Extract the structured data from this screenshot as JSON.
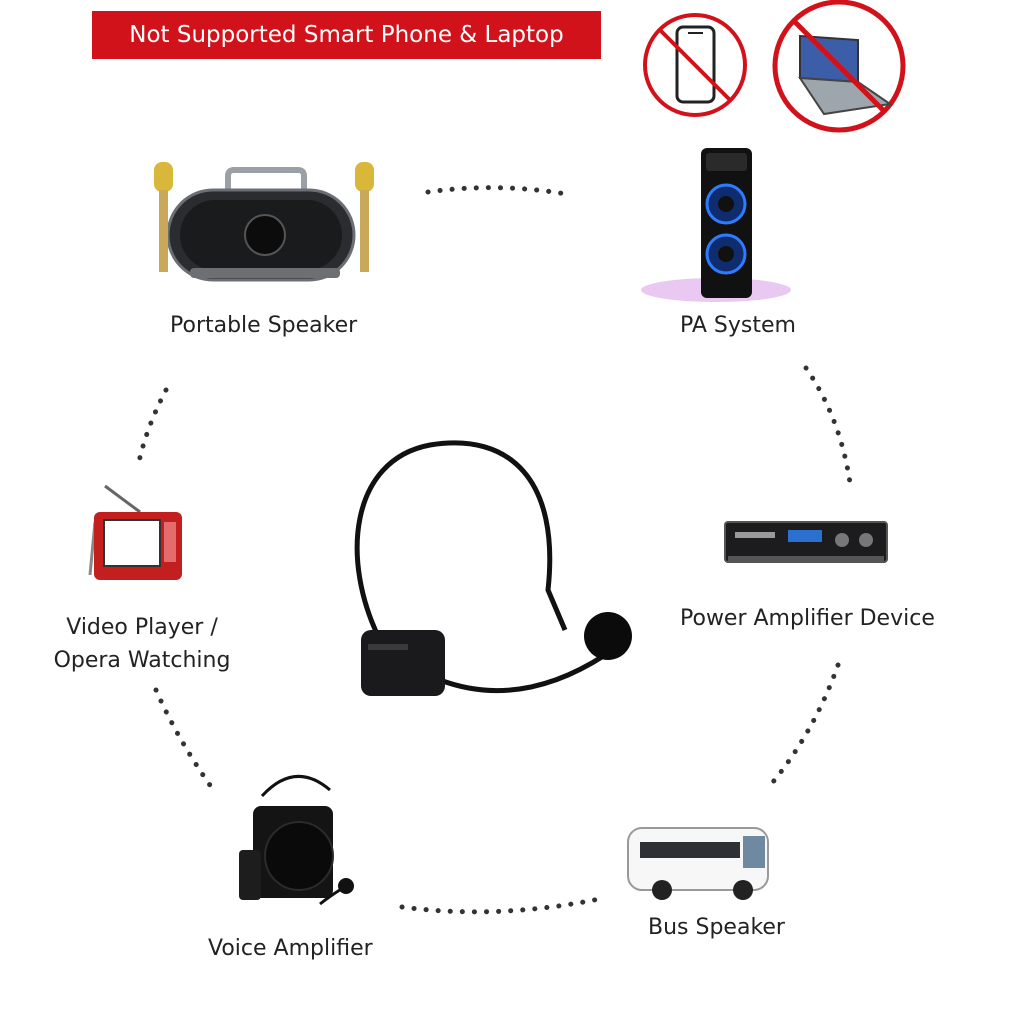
{
  "banner": {
    "text": "Not Supported Smart Phone & Laptop",
    "color": "#d2121b"
  },
  "not_supported_icons": [
    {
      "name": "smartphone-icon",
      "crossed": true
    },
    {
      "name": "laptop-icon",
      "crossed": true
    }
  ],
  "center": {
    "name": "headset-microphone"
  },
  "devices": {
    "portable_speaker": "Portable Speaker",
    "pa_system": "PA System",
    "power_amplifier": "Power Amplifier Device",
    "bus_speaker": "Bus Speaker",
    "voice_amplifier": "Voice Amplifier",
    "video_player_line1": "Video Player /",
    "video_player_line2": "Opera Watching"
  }
}
